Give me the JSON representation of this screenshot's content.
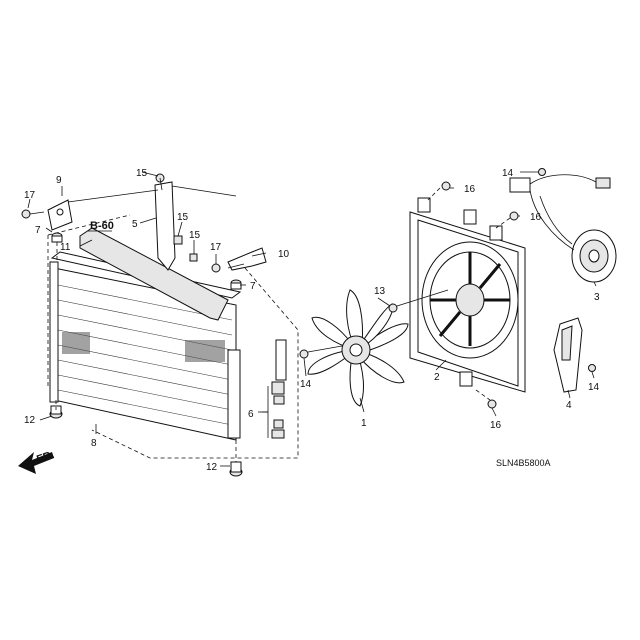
{
  "diagram": {
    "code": "SLN4B5800A",
    "reference": "B-60",
    "front_marker": "FR.",
    "callouts": {
      "p1": "1",
      "p2": "2",
      "p3": "3",
      "p4": "4",
      "p5": "5",
      "p6": "6",
      "p7a": "7",
      "p7b": "7",
      "p8": "8",
      "p9": "9",
      "p10": "10",
      "p11": "11",
      "p12a": "12",
      "p12b": "12",
      "p13": "13",
      "p14a": "14",
      "p14b": "14",
      "p14c": "14",
      "p15a": "15",
      "p15b": "15",
      "p15c": "15",
      "p16a": "16",
      "p16b": "16",
      "p16c": "16",
      "p17a": "17",
      "p17b": "17"
    }
  }
}
